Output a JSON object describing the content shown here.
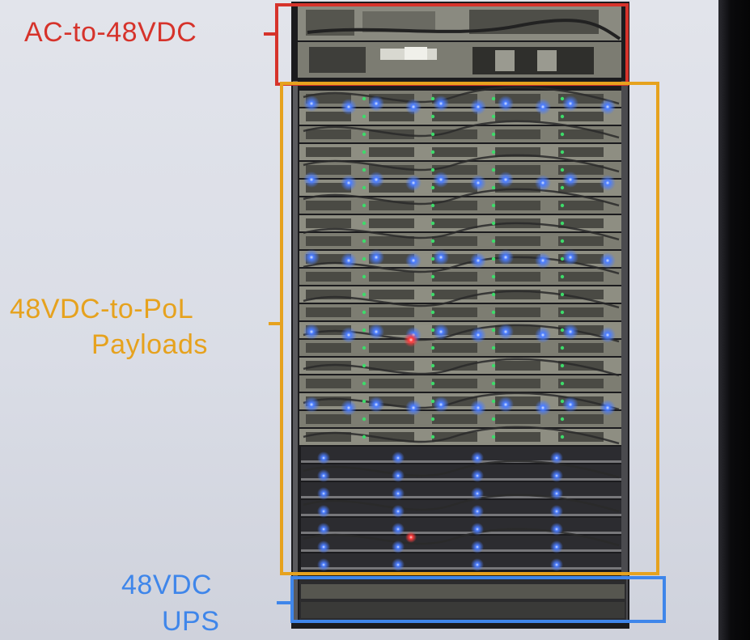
{
  "labels": {
    "ac": "AC-to-48VDC",
    "payload_line1": "48VDC-to-PoL",
    "payload_line2": "Payloads",
    "ups_line1": "48VDC",
    "ups_line2": "UPS"
  },
  "colors": {
    "ac_box": "#d6332b",
    "payload_box": "#e6a21e",
    "ups_box": "#3f86ea",
    "led_blue": "#4b7dff",
    "led_green": "#3ddb6a",
    "led_red": "#ff3b3b"
  }
}
